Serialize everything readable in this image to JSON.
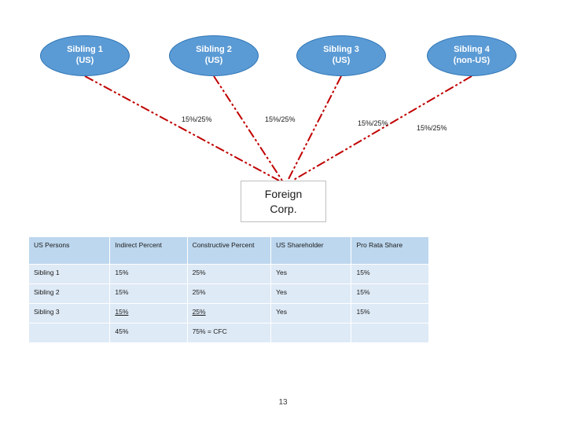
{
  "diagram": {
    "nodes": [
      {
        "line1": "Sibling 1",
        "line2": "(US)"
      },
      {
        "line1": "Sibling 2",
        "line2": "(US)"
      },
      {
        "line1": "Sibling 3",
        "line2": "(US)"
      },
      {
        "line1": "Sibling 4",
        "line2": "(non-US)"
      }
    ],
    "corp": {
      "line1": "Foreign",
      "line2": "Corp."
    },
    "edge_labels": [
      "15%/25%",
      "15%/25%",
      "15%/25%",
      "15%/25%"
    ],
    "edge_color": "#c00000"
  },
  "table": {
    "headers": [
      "US Persons",
      "Indirect Percent",
      "Constructive Percent",
      "US Shareholder",
      "Pro Rata Share"
    ],
    "rows": [
      [
        "Sibling 1",
        "15%",
        "25%",
        "Yes",
        "15%"
      ],
      [
        "Sibling 2",
        "15%",
        "25%",
        "Yes",
        "15%"
      ],
      [
        "Sibling 3",
        "15%",
        "25%",
        "Yes",
        "15%"
      ],
      [
        "",
        "45%",
        "75% = CFC",
        "",
        ""
      ]
    ]
  },
  "footer": {
    "page_number": "13"
  },
  "colors": {
    "node_fill": "#5b9bd5",
    "header_fill": "#bdd7ee",
    "cell_fill": "#deeaf6",
    "line": "#c00000"
  }
}
